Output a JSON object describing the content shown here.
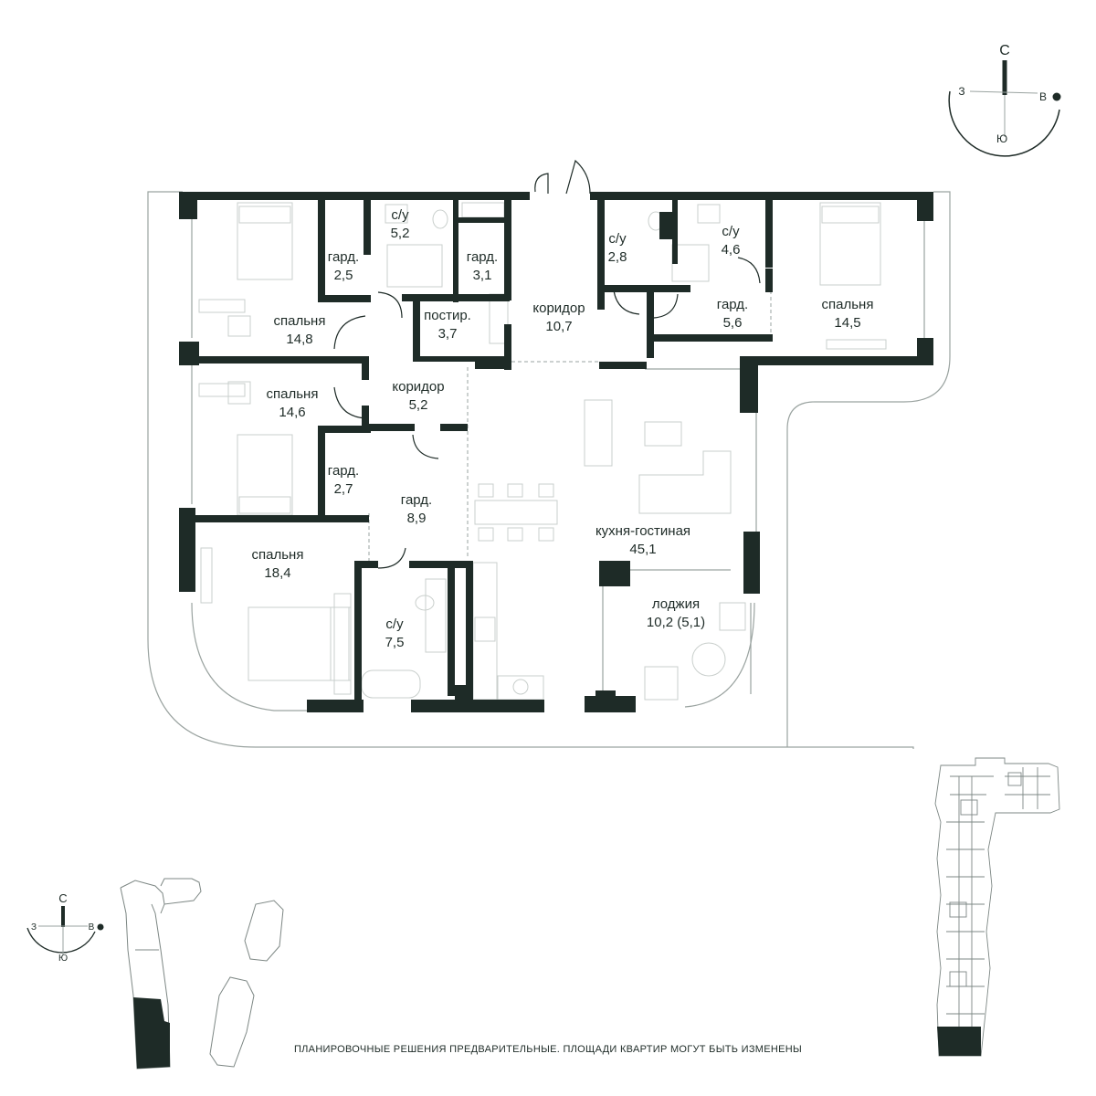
{
  "colors": {
    "wall": "#1e2b27",
    "thin_line": "#9aa3a0",
    "furniture": "#c9cfcc",
    "background": "#ffffff"
  },
  "compass_main": {
    "north": "С",
    "west": "З",
    "east": "В",
    "south": "Ю"
  },
  "compass_small": {
    "north": "С",
    "west": "З",
    "east": "В",
    "south": "Ю"
  },
  "rooms": [
    {
      "id": "bedroom-1",
      "name": "спальня",
      "area": "14,8"
    },
    {
      "id": "wardrobe-1",
      "name": "гард.",
      "area": "2,5"
    },
    {
      "id": "bathroom-1",
      "name": "с/у",
      "area": "5,2"
    },
    {
      "id": "wardrobe-2",
      "name": "гард.",
      "area": "3,1"
    },
    {
      "id": "laundry",
      "name": "постир.",
      "area": "3,7"
    },
    {
      "id": "corridor-1",
      "name": "коридор",
      "area": "10,7"
    },
    {
      "id": "bathroom-2",
      "name": "с/у",
      "area": "2,8"
    },
    {
      "id": "bathroom-3",
      "name": "с/у",
      "area": "4,6"
    },
    {
      "id": "wardrobe-3",
      "name": "гард.",
      "area": "5,6"
    },
    {
      "id": "bedroom-2",
      "name": "спальня",
      "area": "14,5"
    },
    {
      "id": "bedroom-3",
      "name": "спальня",
      "area": "14,6"
    },
    {
      "id": "corridor-2",
      "name": "коридор",
      "area": "5,2"
    },
    {
      "id": "wardrobe-4",
      "name": "гард.",
      "area": "2,7"
    },
    {
      "id": "wardrobe-5",
      "name": "гард.",
      "area": "8,9"
    },
    {
      "id": "kitchen-living",
      "name": "кухня-гостиная",
      "area": "45,1"
    },
    {
      "id": "bedroom-4",
      "name": "спальня",
      "area": "18,4"
    },
    {
      "id": "bathroom-4",
      "name": "с/у",
      "area": "7,5"
    },
    {
      "id": "loggia",
      "name": "лоджия",
      "area": "10,2 (5,1)"
    }
  ],
  "disclaimer": "ПЛАНИРОВОЧНЫЕ РЕШЕНИЯ ПРЕДВАРИТЕЛЬНЫЕ. ПЛОЩАДИ КВАРТИР МОГУТ БЫТЬ ИЗМЕНЕНЫ"
}
